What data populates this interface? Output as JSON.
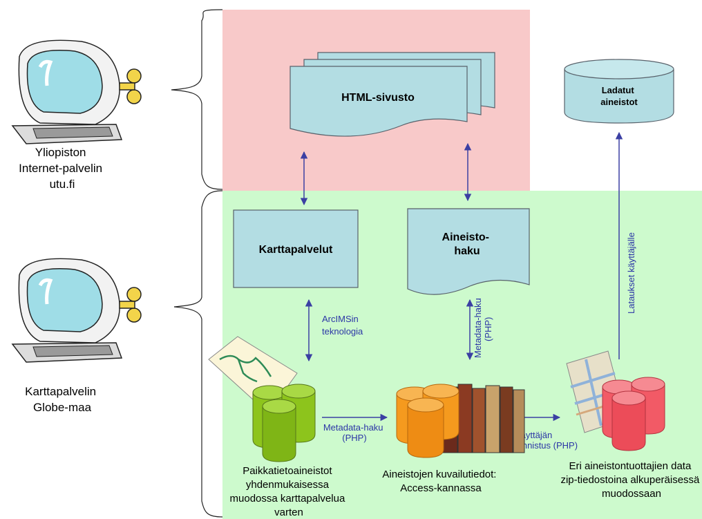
{
  "colors": {
    "internet_zone": "#f8c9c9",
    "map_zone": "#cdfacd",
    "box_fill": "#b3dde3",
    "arrow": "#3b3fa3",
    "green_db": "#8dc41c",
    "orange_db": "#f59a1e",
    "red_db": "#f25a66"
  },
  "servers": {
    "internet_label": [
      "Yliopiston",
      "Internet-palvelin",
      "utu.fi"
    ],
    "map_label": [
      "Karttapalvelin",
      "Globe-maa"
    ]
  },
  "boxes": {
    "html_site": "HTML-sivusto",
    "map_services": "Karttapalvelut",
    "data_search": [
      "Aineisto-",
      "haku"
    ],
    "downloaded": [
      "Ladatut",
      "aineistot"
    ]
  },
  "arrows": {
    "arcims": [
      "ArcIMSin",
      "teknologia"
    ],
    "metadata_vertical": [
      "Metadata-haku",
      "(PHP)"
    ],
    "metadata_horizontal": [
      "Metadata-haku",
      "(PHP)"
    ],
    "user_auth": [
      "Käyttäjän",
      "tunnistus (PHP)"
    ],
    "downloads_to_user": "Lataukset käyttäjälle"
  },
  "databases": {
    "spatial_label": [
      "Paikkatietoaineistot",
      "yhdenmukaisessa",
      "muodossa karttapalvelua",
      "varten"
    ],
    "descriptions_label": [
      "Aineistojen kuvailutiedot:",
      "Access-kannassa"
    ],
    "producers_label": [
      "Eri aineistontuottajien data",
      "zip-tiedostoina alkuperäisessä",
      "muodossaan"
    ]
  }
}
